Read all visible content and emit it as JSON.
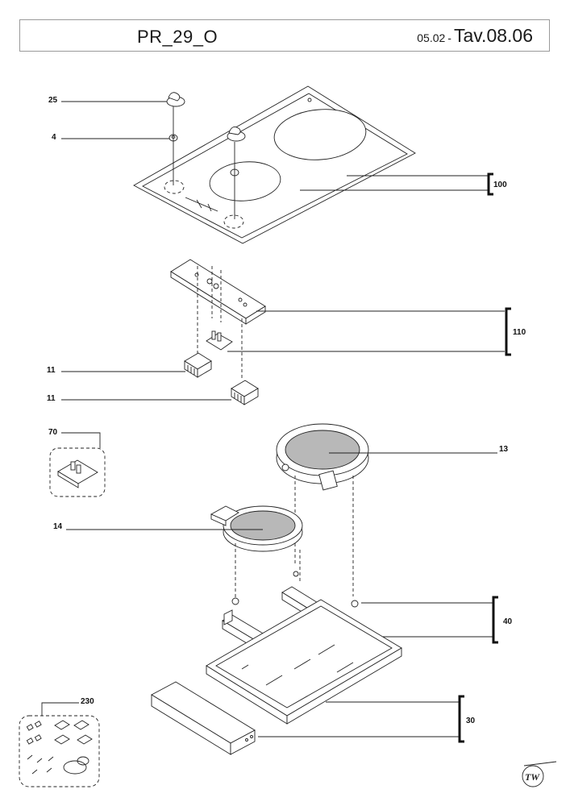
{
  "header": {
    "code": "PR_29_O",
    "date": "05.02",
    "separator": "-",
    "table": "Tav.08.06"
  },
  "callouts": {
    "p25": "25",
    "p4": "4",
    "p100": "100",
    "p110": "110",
    "p11a": "11",
    "p11b": "11",
    "p70": "70",
    "p13": "13",
    "p14": "14",
    "p40": "40",
    "p230": "230",
    "p30": "30"
  },
  "logo": {
    "icon": "tw-brand-logo",
    "text": "TW"
  },
  "colors": {
    "hotplate": "#b8b8b8",
    "line": "#222222"
  }
}
